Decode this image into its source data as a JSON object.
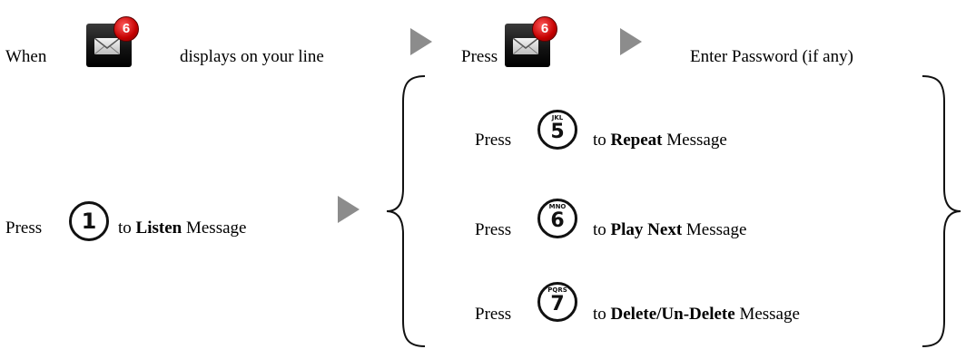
{
  "row1": {
    "when": "When",
    "displays": "displays on your line",
    "press": "Press",
    "enter_password": "Enter Password (if any)",
    "badge_count": "6"
  },
  "listen": {
    "press": "Press",
    "key": "1",
    "to": "to",
    "action": "Listen",
    "message": "Message"
  },
  "options": [
    {
      "press": "Press",
      "key": "5",
      "letters": "JKL",
      "to": "to",
      "action": "Repeat",
      "message": "Message"
    },
    {
      "press": "Press",
      "key": "6",
      "letters": "MNO",
      "to": "to",
      "action": "Play Next",
      "message": "Message"
    },
    {
      "press": "Press",
      "key": "7",
      "letters": "PQRS",
      "to": "to",
      "action": "Delete/Un-Delete",
      "message": "Message"
    }
  ],
  "colors": {
    "arrow": "#8c8c8c",
    "badge": "#c40000",
    "text": "#000000"
  },
  "icons": [
    "voicemail-envelope-icon",
    "play-arrow-icon",
    "keypad-button-icon"
  ]
}
